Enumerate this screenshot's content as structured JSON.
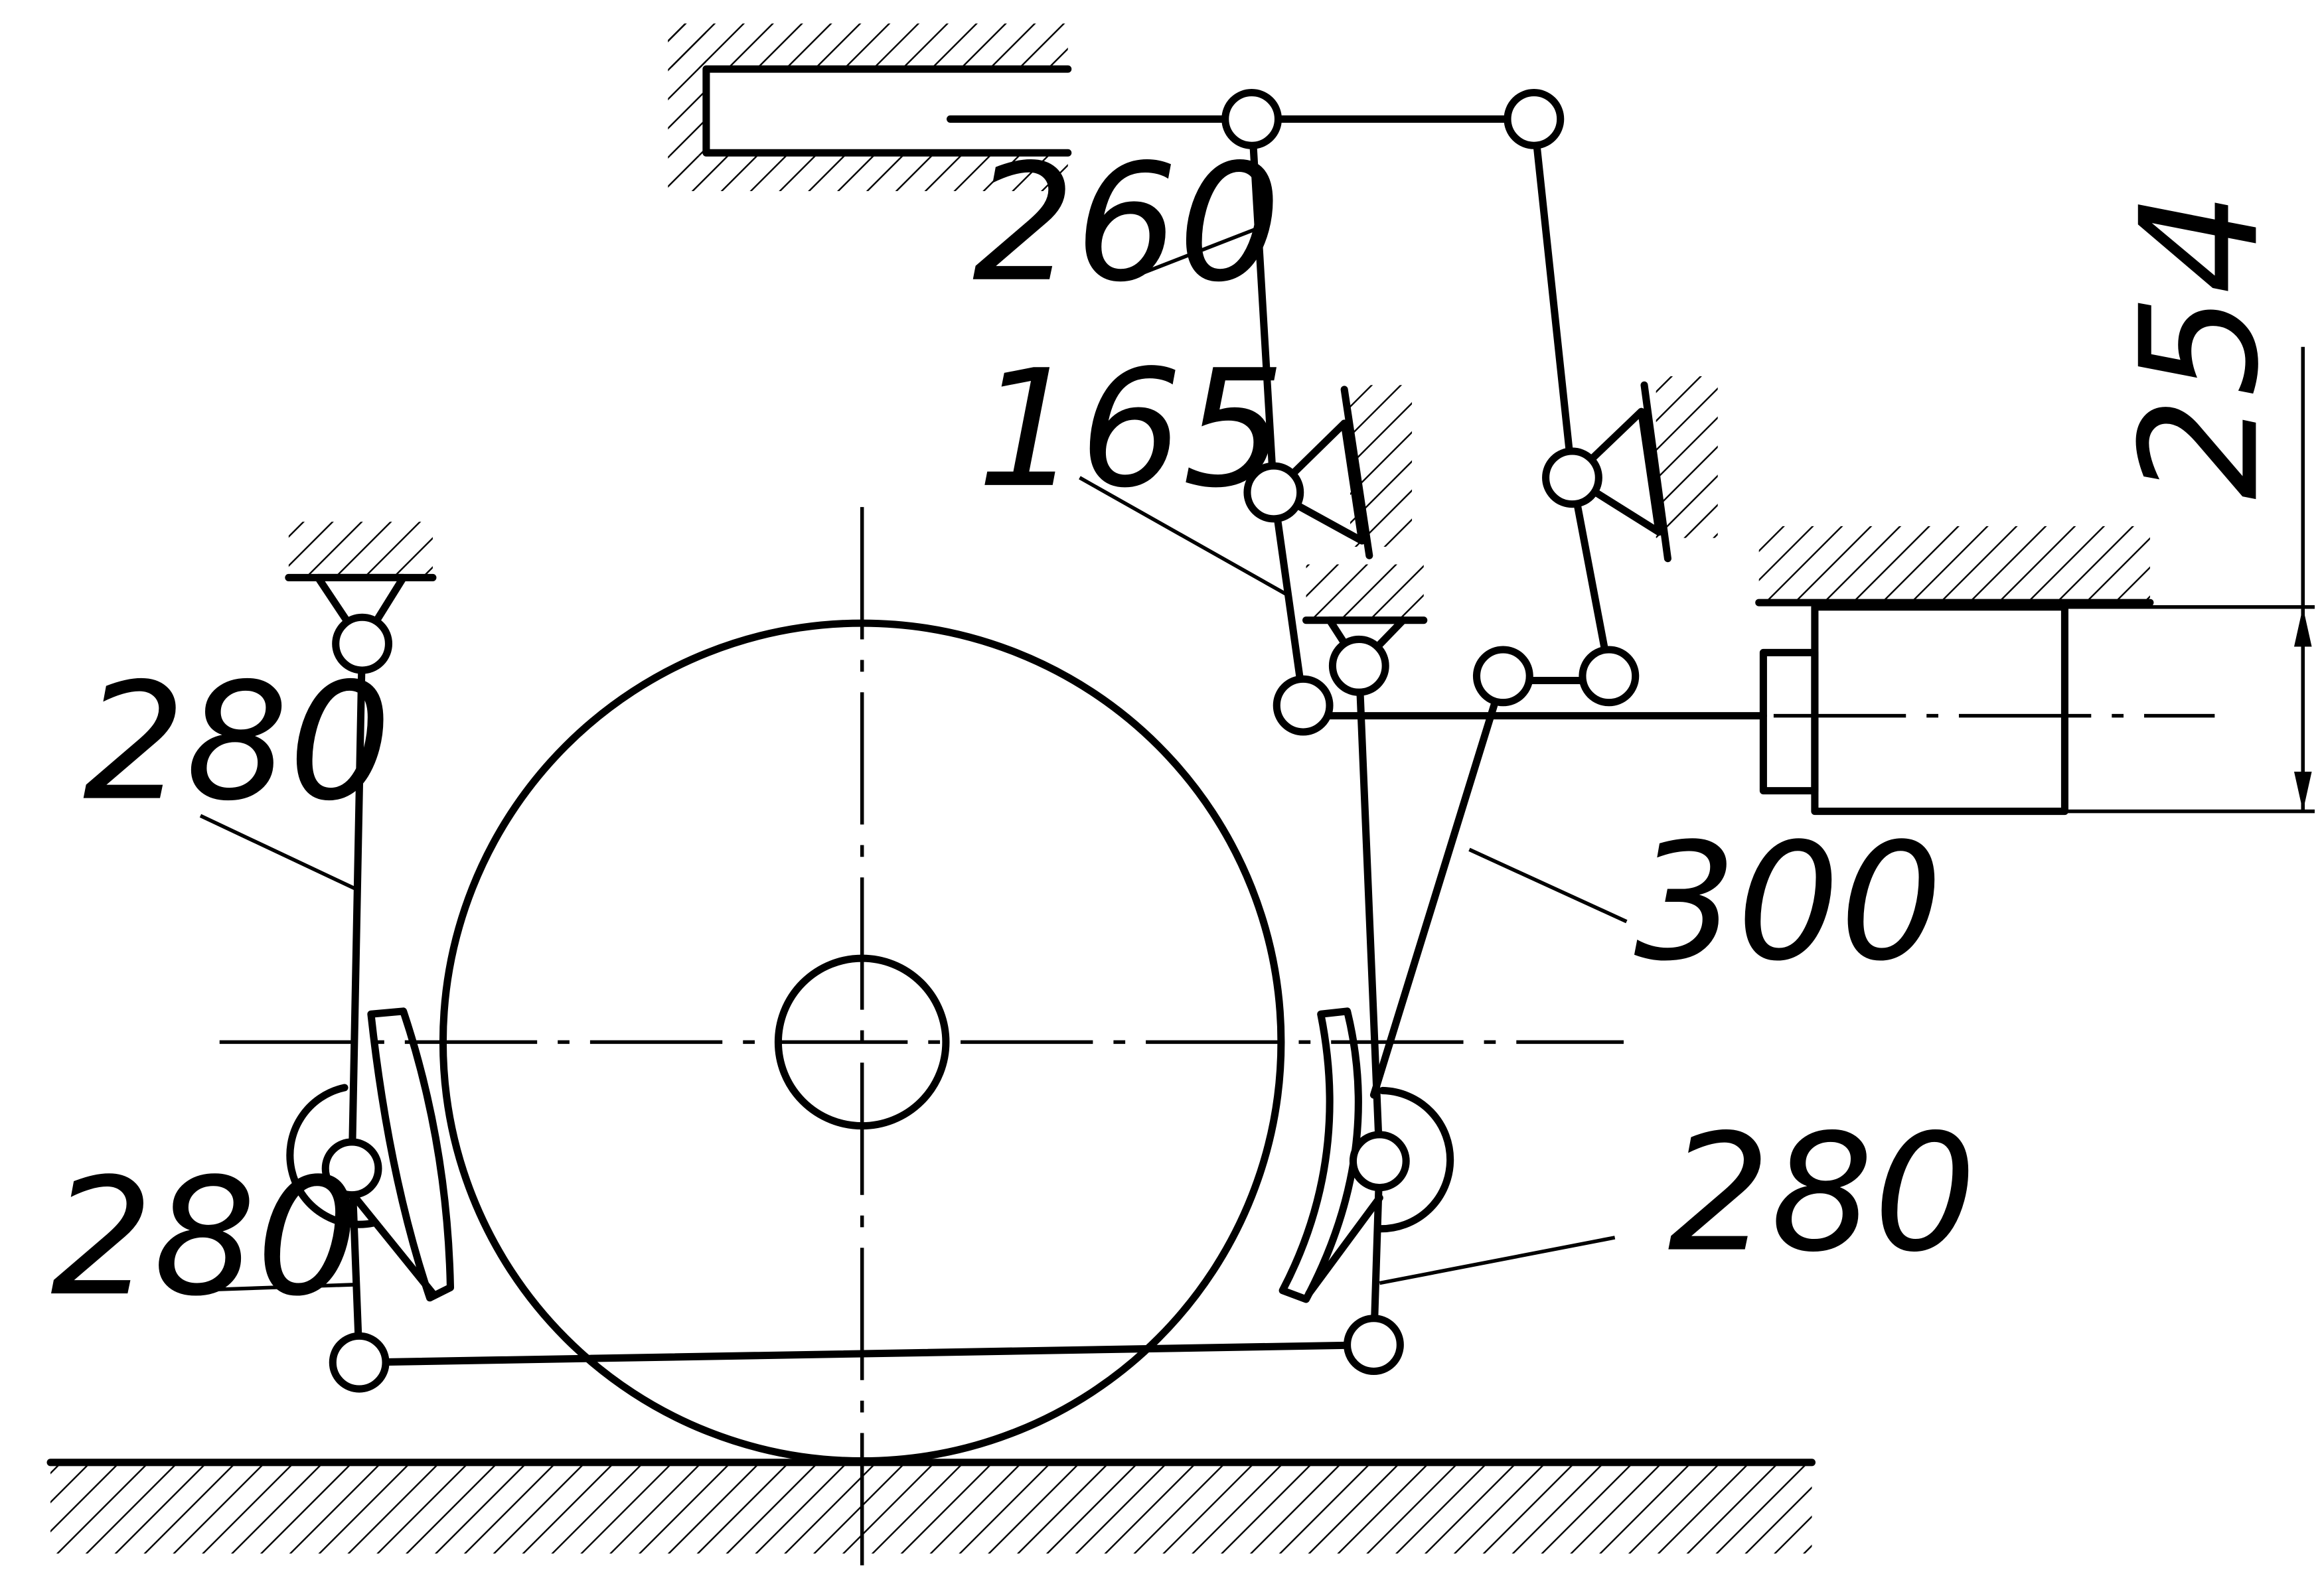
{
  "labels": {
    "l260": "260",
    "l165": "165",
    "l254": "254",
    "l280_upper": "280",
    "l300": "300",
    "l280_lower_left": "280",
    "l280_lower_right": "280"
  }
}
